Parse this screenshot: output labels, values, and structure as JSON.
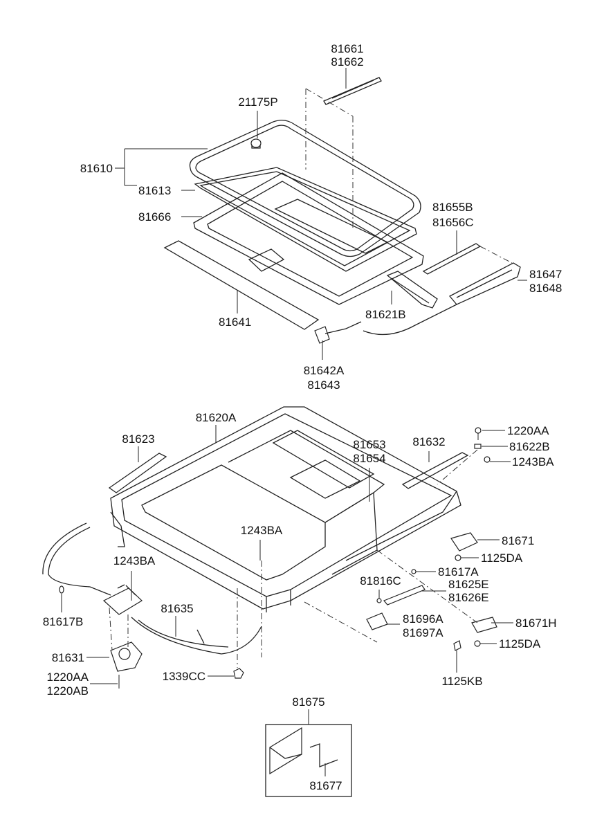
{
  "parts": {
    "p81661": "81661",
    "p81662": "81662",
    "p21175P": "21175P",
    "p81610": "81610",
    "p81613": "81613",
    "p81666": "81666",
    "p81655B": "81655B",
    "p81656C": "81656C",
    "p81647": "81647",
    "p81648": "81648",
    "p81621B": "81621B",
    "p81641": "81641",
    "p81642A": "81642A",
    "p81643": "81643",
    "p81620A": "81620A",
    "p81623": "81623",
    "p81653": "81653",
    "p81654": "81654",
    "p81632": "81632",
    "p1220AA_top": "1220AA",
    "p81622B": "81622B",
    "p1243BA_right": "1243BA",
    "p1243BA_mid": "1243BA",
    "p81671": "81671",
    "p1125DA_top": "1125DA",
    "p1243BA_left": "1243BA",
    "p81617A": "81617A",
    "p81816C": "81816C",
    "p81625E": "81625E",
    "p81626E": "81626E",
    "p81617B": "81617B",
    "p81635": "81635",
    "p81696A": "81696A",
    "p81697A": "81697A",
    "p81671H": "81671H",
    "p81631": "81631",
    "p1125DA_bottom": "1125DA",
    "p1220AA_bottom": "1220AA",
    "p1220AB": "1220AB",
    "p1339CC": "1339CC",
    "p1125KB": "1125KB",
    "p81675": "81675",
    "p81677": "81677"
  }
}
